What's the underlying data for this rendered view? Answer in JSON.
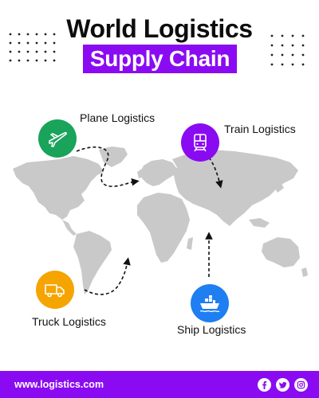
{
  "header": {
    "title": "World Logistics",
    "subtitle": "Supply Chain"
  },
  "nodes": {
    "plane": {
      "label": "Plane Logistics",
      "icon": "plane-icon",
      "color": "#1aa35a"
    },
    "train": {
      "label": "Train Logistics",
      "icon": "train-icon",
      "color": "#8a0bf2"
    },
    "truck": {
      "label": "Truck Logistics",
      "icon": "truck-icon",
      "color": "#f5a400"
    },
    "ship": {
      "label": "Ship Logistics",
      "icon": "ship-icon",
      "color": "#1e7ef2"
    }
  },
  "footer": {
    "url": "www.logistics.com",
    "socials": [
      "facebook-icon",
      "twitter-icon",
      "instagram-icon"
    ]
  },
  "colors": {
    "accent": "#8a0bf2",
    "map": "#c9c9c9"
  }
}
